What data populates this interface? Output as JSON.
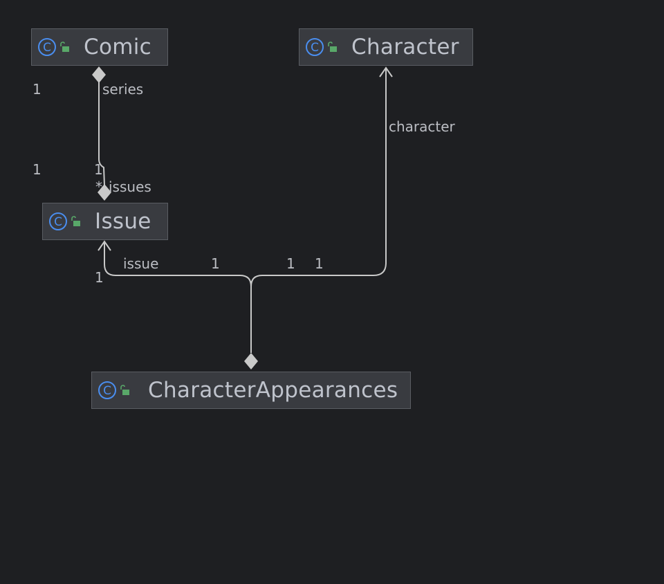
{
  "diagram": {
    "colors": {
      "background": "#1e1f22",
      "node_fill": "#393b40",
      "node_border": "#5a5d63",
      "edge": "#c9c9c9",
      "text": "#bfc3cc",
      "class_icon": "#4a8ef0",
      "lock_icon": "#59a869"
    },
    "nodes": {
      "comic": {
        "name": "Comic",
        "icon": "class-icon",
        "visibility_icon": "public-lock-icon"
      },
      "character": {
        "name": "Character",
        "icon": "class-icon",
        "visibility_icon": "public-lock-icon"
      },
      "issue": {
        "name": "Issue",
        "icon": "class-icon",
        "visibility_icon": "public-lock-icon"
      },
      "character_appearances": {
        "name": "CharacterAppearances",
        "icon": "class-icon",
        "visibility_icon": "public-lock-icon"
      }
    },
    "edges": {
      "comic_issue": {
        "from": "Comic",
        "to": "Issue",
        "type": "composition-bidirectional",
        "comic_end_role": "series",
        "comic_end_multiplicity": "1",
        "comic_side_multiplicity": "1",
        "issue_end_role": "issues",
        "issue_end_multiplicity": "*",
        "issue_side_multiplicity": "1"
      },
      "appearances_issue": {
        "from": "CharacterAppearances",
        "to": "Issue",
        "type": "composition-navigable",
        "role": "issue",
        "target_multiplicity": "1",
        "source_multiplicity": "1"
      },
      "appearances_character": {
        "from": "CharacterAppearances",
        "to": "Character",
        "type": "composition-navigable",
        "role": "character",
        "source_multiplicity": "1",
        "target_multiplicity": "1"
      }
    }
  }
}
